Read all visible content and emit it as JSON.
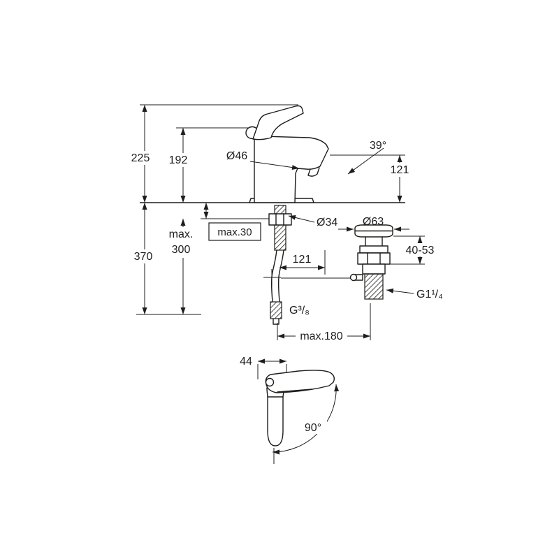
{
  "drawing_type": "faucet-installation-dimension-drawing",
  "line_color": "#1d1d1b",
  "dimensions": {
    "overall_height": "225",
    "spout_base_height": "192",
    "body_diameter": "Ø46",
    "spout_angle": "39°",
    "spout_height": "121",
    "max_mount_label": "max.",
    "max_mount_value": "300",
    "max_deck_thickness": "max.30",
    "shank_diameter": "Ø34",
    "total_height": "370",
    "rod_offset": "121",
    "waste_flange_diameter": "Ø63",
    "waste_range": "40-53",
    "supply_thread": "G³/₈",
    "waste_thread": "G1¹/₄",
    "max_rod_length": "max.180",
    "handle_width": "44",
    "handle_swing": "90°"
  }
}
